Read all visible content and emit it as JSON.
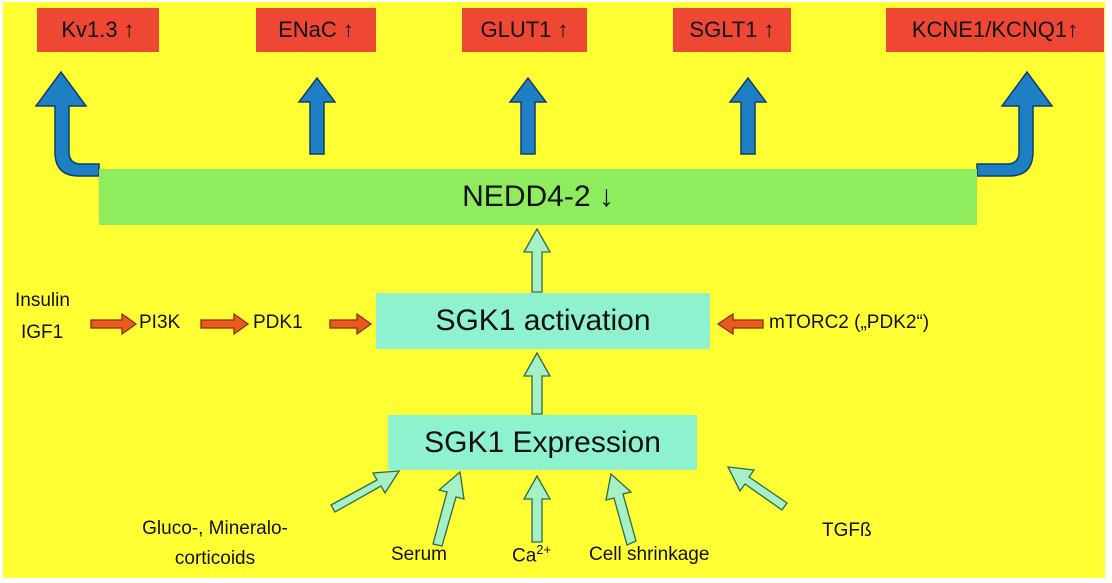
{
  "colors": {
    "background": "#ffff33",
    "target_box": "#ee4733",
    "nedd4_box": "#8eec5e",
    "sgk1_box": "#8ff2cf",
    "up_arrow": "#1f7fc4",
    "input_arrow": "#a5f0c4",
    "activator_arrow": "#ea5a1f"
  },
  "targets": [
    {
      "label": "Kv1.3 ↑"
    },
    {
      "label": "ENaC ↑"
    },
    {
      "label": "GLUT1 ↑"
    },
    {
      "label": "SGLT1 ↑"
    },
    {
      "label": "KCNE1/KCNQ1↑"
    }
  ],
  "nedd4": {
    "label": "NEDD4-2 ↓"
  },
  "sgk1_activation": {
    "label": "SGK1 activation"
  },
  "sgk1_expression": {
    "label": "SGK1 Expression"
  },
  "activators": {
    "insulin": "Insulin",
    "igf1": "IGF1",
    "pi3k": "PI3K",
    "pdk1": "PDK1",
    "mtorc2": "mTORC2 („PDK2“)"
  },
  "inputs": {
    "gluco_line1": "Gluco-, Mineralo-",
    "gluco_line2": "corticoids",
    "serum": "Serum",
    "calcium": "Ca",
    "calcium_sup": "2+",
    "cell_shrinkage": "Cell shrinkage",
    "tgfb": "TGFß"
  }
}
